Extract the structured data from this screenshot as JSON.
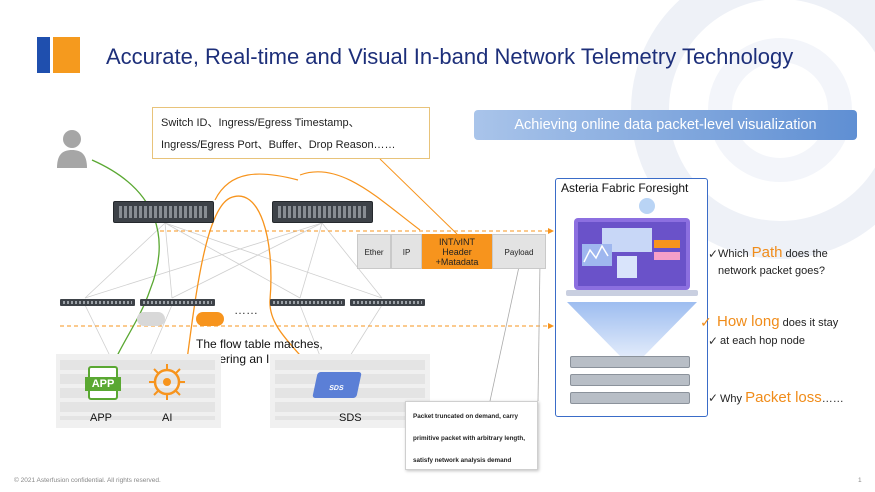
{
  "title": "Accurate, Real-time and Visual In-band Network Telemetry Technology",
  "callout": {
    "line1": "Switch ID、Ingress/Egress Timestamp、",
    "line2": "Ingress/Egress Port、Buffer、Drop Reason……"
  },
  "banner": "Achieving online data packet-level visualization",
  "panel_title": "Asteria Fabric Foresight",
  "packet": {
    "ether": "Ether",
    "ip": "IP",
    "int_line1": "INT/vINT",
    "int_line2": "Header",
    "int_line3": "+Matadata",
    "payload": "Payload"
  },
  "ellipsis": "……",
  "flow_text": {
    "line1": "The flow table matches,",
    "line2": "triggering an INT packet"
  },
  "truncated": {
    "line1": "Packet truncated on demand, carry",
    "line2": "primitive packet with arbitrary length,",
    "line3": "satisfy network analysis demand"
  },
  "labels": {
    "app_icon": "APP",
    "app": "APP",
    "ai": "AI",
    "sds_icon": "SDS",
    "sds": "SDS"
  },
  "questions": {
    "check": "✓",
    "q1_pre": "Which ",
    "q1_hl": "Path",
    "q1_post": " does the",
    "q1_line2": "network packet goes?",
    "q2_hl": "How long",
    "q2_post": " does it stay",
    "q2_line2": "at each hop node",
    "q3_pre": "Why ",
    "q3_hl": "Packet loss",
    "q3_post": "……"
  },
  "footer": "© 2021 Asterfusion confidential. All rights reserved.",
  "page_number": "1",
  "colors": {
    "title": "#1d2f7a",
    "orange": "#f7941d",
    "blue": "#1f4fae",
    "green_path": "#5aa832"
  }
}
